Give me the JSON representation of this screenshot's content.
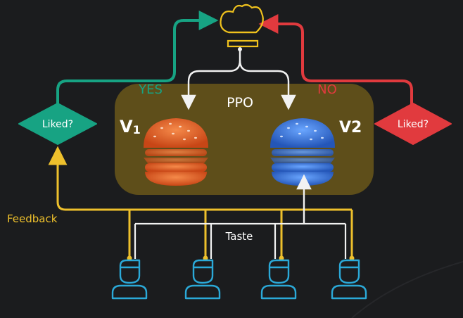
{
  "labels": {
    "ppo": "PPO",
    "v1_letter": "V",
    "v1_sub": "1",
    "v2": "V2",
    "yes": "YES",
    "no": "NO",
    "liked_left": "Liked?",
    "liked_right": "Liked?",
    "feedback": "Feedback",
    "taste": "Taste"
  },
  "colors": {
    "background": "#1b1c1e",
    "ppo_box": "#5e4e1a",
    "yes_green": "#17a383",
    "no_red": "#e13a3e",
    "feedback_yellow": "#eec02c",
    "taste_white": "#f2f2f2",
    "chef_yellow": "#f0c21d",
    "person_blue": "#2ba9d8",
    "burger_v1": "#e8632b",
    "burger_v2": "#3d7fe6"
  },
  "icons": {
    "chef": "chef-hat-icon",
    "person": "person-icon",
    "burger": "burger-icon"
  }
}
